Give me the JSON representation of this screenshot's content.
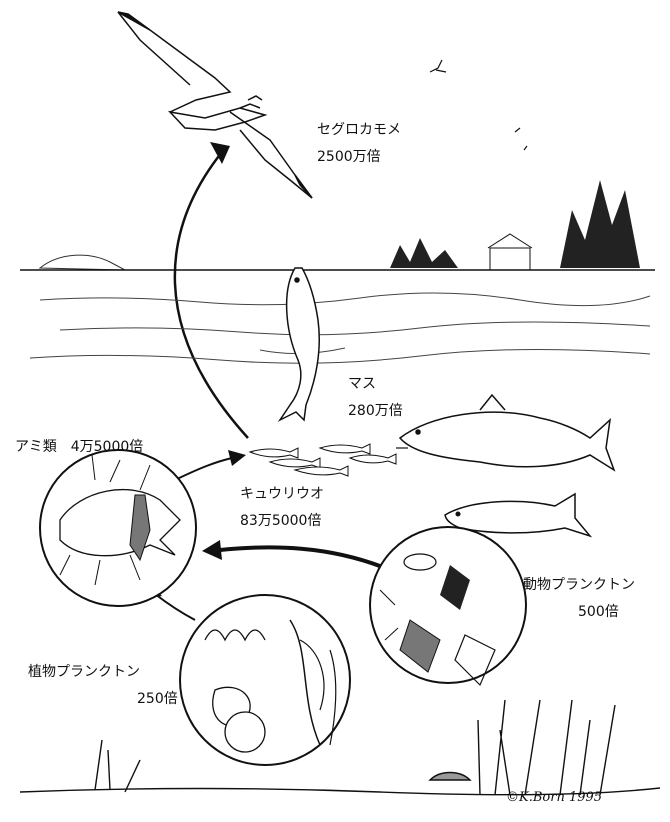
{
  "labels": {
    "gull_name": "セグロカモメ",
    "gull_factor": "2500万倍",
    "trout_name": "マス",
    "trout_factor": "280万倍",
    "mysid_name": "アミ類　4万5000倍",
    "smelt_name": "キュウリウオ",
    "smelt_factor": "83万5000倍",
    "zoo_name": "動物プランクトン",
    "zoo_factor": "500倍",
    "phyto_name": "植物プランクトン",
    "phyto_factor": "250倍"
  },
  "signature": "©K.Born 1995"
}
